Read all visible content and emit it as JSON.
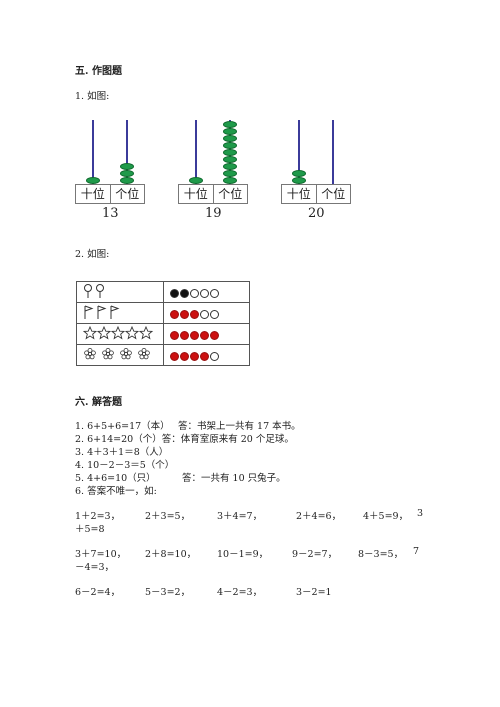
{
  "section5": {
    "title": "五. 作图题",
    "q1_label": "1. 如图:",
    "abacus_label_tens": "十位",
    "abacus_label_ones": "个位",
    "abaci": [
      {
        "number": "13",
        "tens_beads": 1,
        "ones_beads": 3
      },
      {
        "number": "19",
        "tens_beads": 1,
        "ones_beads": 9
      },
      {
        "number": "20",
        "tens_beads": 2,
        "ones_beads": 0
      }
    ],
    "q2_label": "2. 如图:",
    "grid_rows": [
      {
        "left_icon": "balloon-icon",
        "left_count": 2,
        "filled_dots": 2,
        "filled_color": "#111111",
        "total_dots": 5
      },
      {
        "left_icon": "flag-icon",
        "left_count": 3,
        "filled_dots": 3,
        "filled_color": "#cc1111",
        "total_dots": 5
      },
      {
        "left_icon": "star-icon",
        "left_count": 5,
        "filled_dots": 5,
        "filled_color": "#cc1111",
        "total_dots": 5
      },
      {
        "left_icon": "flower-icon",
        "left_count": 4,
        "filled_dots": 4,
        "filled_color": "#cc1111",
        "total_dots": 5
      }
    ]
  },
  "section6": {
    "title": "六. 解答题",
    "answers": [
      {
        "eq": "1. 6+5+6=17（本）",
        "ans": "答：书架上一共有 17 本书。"
      },
      {
        "eq": "2. 6+14=20（个）答：体育室原来有 20 个足球。",
        "ans": ""
      },
      {
        "eq": "3. 4＋3＋1＝8（人）",
        "ans": ""
      },
      {
        "eq": "4. 10－2－3＝5（个）",
        "ans": ""
      },
      {
        "eq": "5. 4+6=10（只）",
        "ans": "答：一共有 10 只兔子。"
      },
      {
        "eq": "6. 答案不唯一，如:",
        "ans": ""
      }
    ],
    "row1": [
      "1＋2=3，",
      "2＋3=5，",
      "3＋4=7，",
      "2＋4=6，",
      "4＋5=9，",
      "3"
    ],
    "row1_wrap": "＋5=8",
    "row2": [
      "3＋7=10，",
      "2＋8=10，",
      "10－1=9，",
      "9－2=7，",
      "8－3=5，",
      "7"
    ],
    "row2_wrap": "－4=3，",
    "row3": [
      "6－2=4，",
      "5－3=2，",
      "4－2=3，",
      "3－2=1"
    ]
  }
}
